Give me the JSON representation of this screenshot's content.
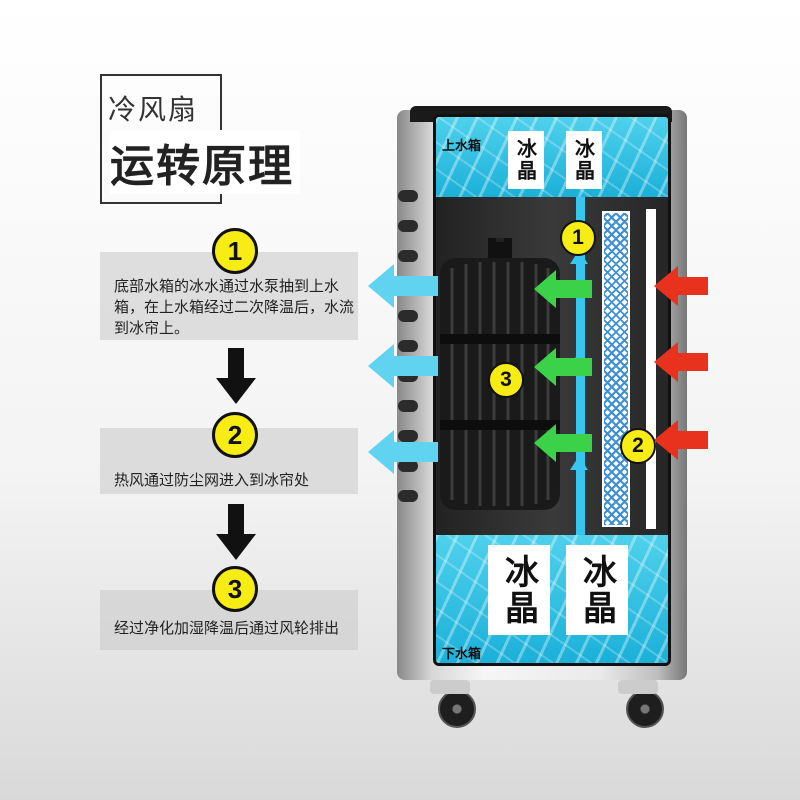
{
  "title": {
    "small": "冷风扇",
    "big": "运转原理"
  },
  "steps": [
    {
      "number": "1",
      "text": "底部水箱的冰水通过水泵抽到上水箱，在上水箱经过二次降温后，水流到冰帘上。"
    },
    {
      "number": "2",
      "text": "热风通过防尘网进入到冰帘处"
    },
    {
      "number": "3",
      "text": "经过净化加湿降温后通过风轮排出"
    }
  ],
  "diagram": {
    "upper_tank_label": "上水箱",
    "lower_tank_label": "下水箱",
    "ice_label": "冰晶",
    "markers": [
      "1",
      "2",
      "3"
    ]
  },
  "colors": {
    "water": "#1bb0d8",
    "pipe": "#37c6ef",
    "marker_fill": "#f7ec13",
    "cool_arrow": "#5fd3f0",
    "hot_arrow": "#e8321e",
    "flow_arrow": "#3bd24a"
  },
  "icons": [
    "down-arrow-icon",
    "cold-air-arrow-icon",
    "hot-air-arrow-icon",
    "airflow-arrow-icon",
    "fan-wheel-icon"
  ]
}
